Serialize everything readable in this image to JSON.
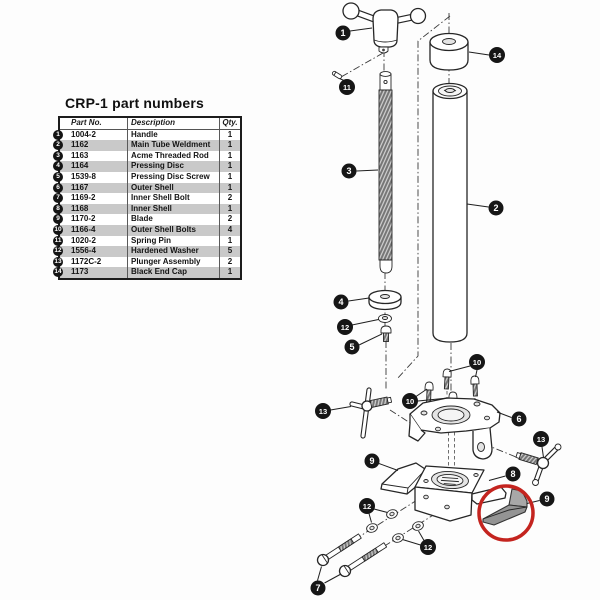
{
  "table": {
    "title": "CRP-1 part numbers",
    "headers": {
      "part": "Part No.",
      "description": "Description",
      "qty": "Qty."
    },
    "rows": [
      {
        "num": "1",
        "part": "1004-2",
        "description": "Handle",
        "qty": "1"
      },
      {
        "num": "2",
        "part": "1162",
        "description": "Main Tube Weldment",
        "qty": "1"
      },
      {
        "num": "3",
        "part": "1163",
        "description": "Acme Threaded Rod",
        "qty": "1"
      },
      {
        "num": "4",
        "part": "1164",
        "description": "Pressing Disc",
        "qty": "1"
      },
      {
        "num": "5",
        "part": "1539-8",
        "description": "Pressing Disc Screw",
        "qty": "1"
      },
      {
        "num": "6",
        "part": "1167",
        "description": "Outer Shell",
        "qty": "1"
      },
      {
        "num": "7",
        "part": "1169-2",
        "description": "Inner Shell Bolt",
        "qty": "2"
      },
      {
        "num": "8",
        "part": "1168",
        "description": "Inner Shell",
        "qty": "1"
      },
      {
        "num": "9",
        "part": "1170-2",
        "description": "Blade",
        "qty": "2"
      },
      {
        "num": "10",
        "part": "1166-4",
        "description": "Outer Shell Bolts",
        "qty": "4"
      },
      {
        "num": "11",
        "part": "1020-2",
        "description": "Spring Pin",
        "qty": "1"
      },
      {
        "num": "12",
        "part": "1556-4",
        "description": "Hardened Washer",
        "qty": "5"
      },
      {
        "num": "13",
        "part": "1172C-2",
        "description": "Plunger Assembly",
        "qty": "2"
      },
      {
        "num": "14",
        "part": "1173",
        "description": "Black End Cap",
        "qty": "1"
      }
    ]
  },
  "diagram": {
    "callouts": [
      {
        "label": "1",
        "part": "Handle"
      },
      {
        "label": "11",
        "part": "Spring Pin"
      },
      {
        "label": "3",
        "part": "Acme Threaded Rod"
      },
      {
        "label": "14",
        "part": "Black End Cap"
      },
      {
        "label": "2",
        "part": "Main Tube Weldment"
      },
      {
        "label": "4",
        "part": "Pressing Disc"
      },
      {
        "label": "12",
        "part": "Hardened Washer"
      },
      {
        "label": "5",
        "part": "Pressing Disc Screw"
      },
      {
        "label": "10",
        "part": "Outer Shell Bolts"
      },
      {
        "label": "10",
        "part": "Outer Shell Bolts"
      },
      {
        "label": "6",
        "part": "Outer Shell"
      },
      {
        "label": "13",
        "part": "Plunger Assembly"
      },
      {
        "label": "13",
        "part": "Plunger Assembly"
      },
      {
        "label": "9",
        "part": "Blade"
      },
      {
        "label": "8",
        "part": "Inner Shell"
      },
      {
        "label": "9",
        "part": "Blade"
      },
      {
        "label": "12",
        "part": "Hardened Washer"
      },
      {
        "label": "12",
        "part": "Hardened Washer"
      },
      {
        "label": "7",
        "part": "Inner Shell Bolt"
      }
    ],
    "highlight": {
      "shape": "circle",
      "color": "#c4241f",
      "around_label": "9",
      "around_part": "Blade"
    }
  }
}
